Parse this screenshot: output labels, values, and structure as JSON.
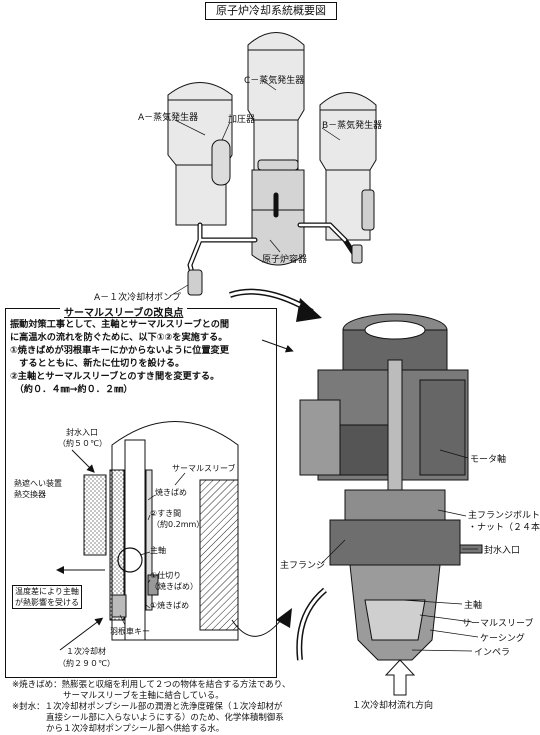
{
  "title": "原子炉冷却系統概要図",
  "overview": {
    "sg_a": "A－蒸気発生器",
    "sg_c": "C－蒸気発生器",
    "sg_b": "B－蒸気発生器",
    "pressurizer": "加圧器",
    "reactor_vessel": "原子炉容器",
    "pump_a": "A－１次冷却材ポンプ"
  },
  "improvement": {
    "heading": "サーマルスリーブの改良点",
    "intro_lines": [
      "振動対策工事として、主軸とサーマルスリーブとの間",
      "に高温水の流れを防ぐために、以下①②を実施する。",
      "①焼きばめが羽根車キーにかからないように位置変更",
      "　するとともに、新たに仕切りを設ける。",
      "②主軸とサーマルスリーブとのすき間を変更する。",
      "　（約０．４㎜→約０．２㎜）"
    ],
    "labels": {
      "seal_water_inlet": "封水入口",
      "seal_water_temp": "（約５０℃）",
      "thermal_barrier_hx_1": "熱遮へい装置",
      "thermal_barrier_hx_2": "熱交換器",
      "thermal_sleeve": "サーマルスリーブ",
      "shrink_fit": "焼きばめ",
      "gap": "②すき間",
      "gap_value": "（約0.2mm）",
      "main_shaft": "主軸",
      "partition": "①仕切り",
      "partition_sub": "（焼きばめ）",
      "shrink_fit_1": "①焼きばめ",
      "temp_diff_1": "温度差により主軸",
      "temp_diff_2": "が熱影響を受ける",
      "impeller_key": "羽根車キー",
      "coolant": "１次冷却材",
      "coolant_temp": "（約２９０℃）"
    }
  },
  "pump_cutaway": {
    "motor_shaft": "モータ軸",
    "flange_bolt_1": "主フランジボルト",
    "flange_bolt_2": "・ナット（２４本）",
    "seal_water_inlet": "封水入口",
    "main_flange": "主フランジ",
    "main_shaft": "主軸",
    "thermal_sleeve": "サーマルスリーブ",
    "casing": "ケーシング",
    "impeller": "インペラ",
    "flow_direction": "１次冷却材流れ方向"
  },
  "notes": [
    "※焼きばめ：熱膨張と収縮を利用して２つの物体を結合する方法であり、",
    "　　　　　　サーマルスリーブを主軸に結合している。",
    "※封水：１次冷却材ポンプシール部の潤滑と洗浄度確保（１次冷却材が",
    "　　　　直接シール部に入らないようにする）のため、化学体積制御系",
    "　　　　から１次冷却材ポンプシール部へ供給する水。"
  ]
}
